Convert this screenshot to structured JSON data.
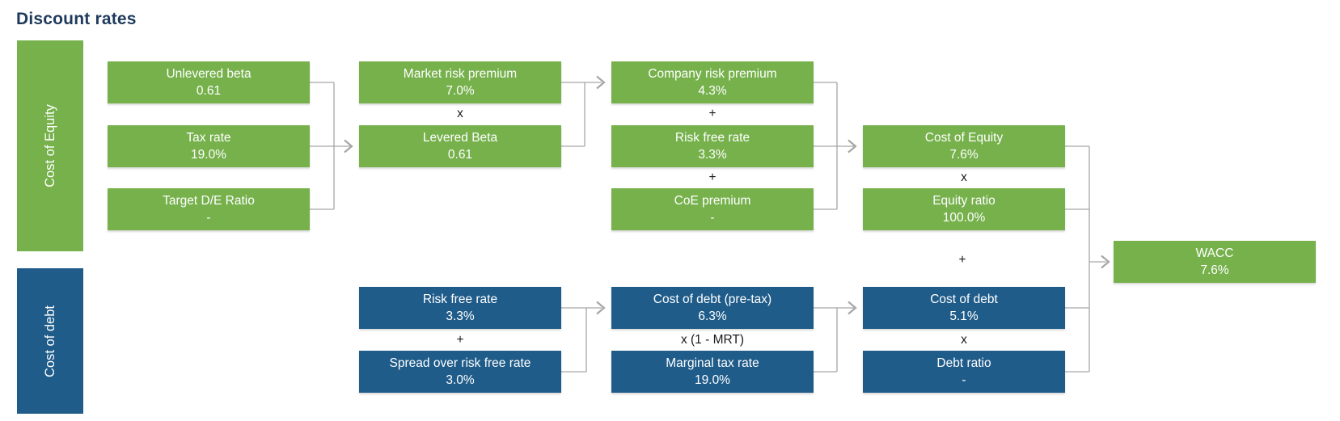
{
  "title": "Discount rates",
  "colors": {
    "equity_green": "#76B14C",
    "debt_blue": "#1F5C8A",
    "title_text": "#1F3A5C",
    "connector_gray": "#A6A6A6",
    "operator_text": "#1A1A1A"
  },
  "sidebars": {
    "equity": "Cost of Equity",
    "debt": "Cost of debt"
  },
  "boxes": {
    "unlevered_beta": {
      "label": "Unlevered beta",
      "value": "0.61"
    },
    "tax_rate": {
      "label": "Tax rate",
      "value": "19.0%"
    },
    "target_de_ratio": {
      "label": "Target D/E Ratio",
      "value": "-"
    },
    "market_risk_premium": {
      "label": "Market risk premium",
      "value": "7.0%"
    },
    "levered_beta": {
      "label": "Levered Beta",
      "value": "0.61"
    },
    "company_risk_premium": {
      "label": "Company risk premium",
      "value": "4.3%"
    },
    "risk_free_rate_equity": {
      "label": "Risk free rate",
      "value": "3.3%"
    },
    "coe_premium": {
      "label": "CoE premium",
      "value": "-"
    },
    "cost_of_equity": {
      "label": "Cost of Equity",
      "value": "7.6%"
    },
    "equity_ratio": {
      "label": "Equity ratio",
      "value": "100.0%"
    },
    "risk_free_rate_debt": {
      "label": "Risk free rate",
      "value": "3.3%"
    },
    "spread_over_rfr": {
      "label": "Spread over risk free rate",
      "value": "3.0%"
    },
    "cost_of_debt_pretax": {
      "label": "Cost of debt (pre-tax)",
      "value": "6.3%"
    },
    "marginal_tax_rate": {
      "label": "Marginal tax rate",
      "value": "19.0%"
    },
    "cost_of_debt": {
      "label": "Cost of debt",
      "value": "5.1%"
    },
    "debt_ratio": {
      "label": "Debt ratio",
      "value": "-"
    },
    "wacc": {
      "label": "WACC",
      "value": "7.6%"
    }
  },
  "operators": {
    "equity_beta_times": "x",
    "equity_plus_top": "+",
    "equity_plus_bottom": "+",
    "equity_weight_times": "x",
    "wacc_plus": "+",
    "debt_plus": "+",
    "debt_tax_times": "x (1 - MRT)",
    "debt_weight_times": "x"
  }
}
